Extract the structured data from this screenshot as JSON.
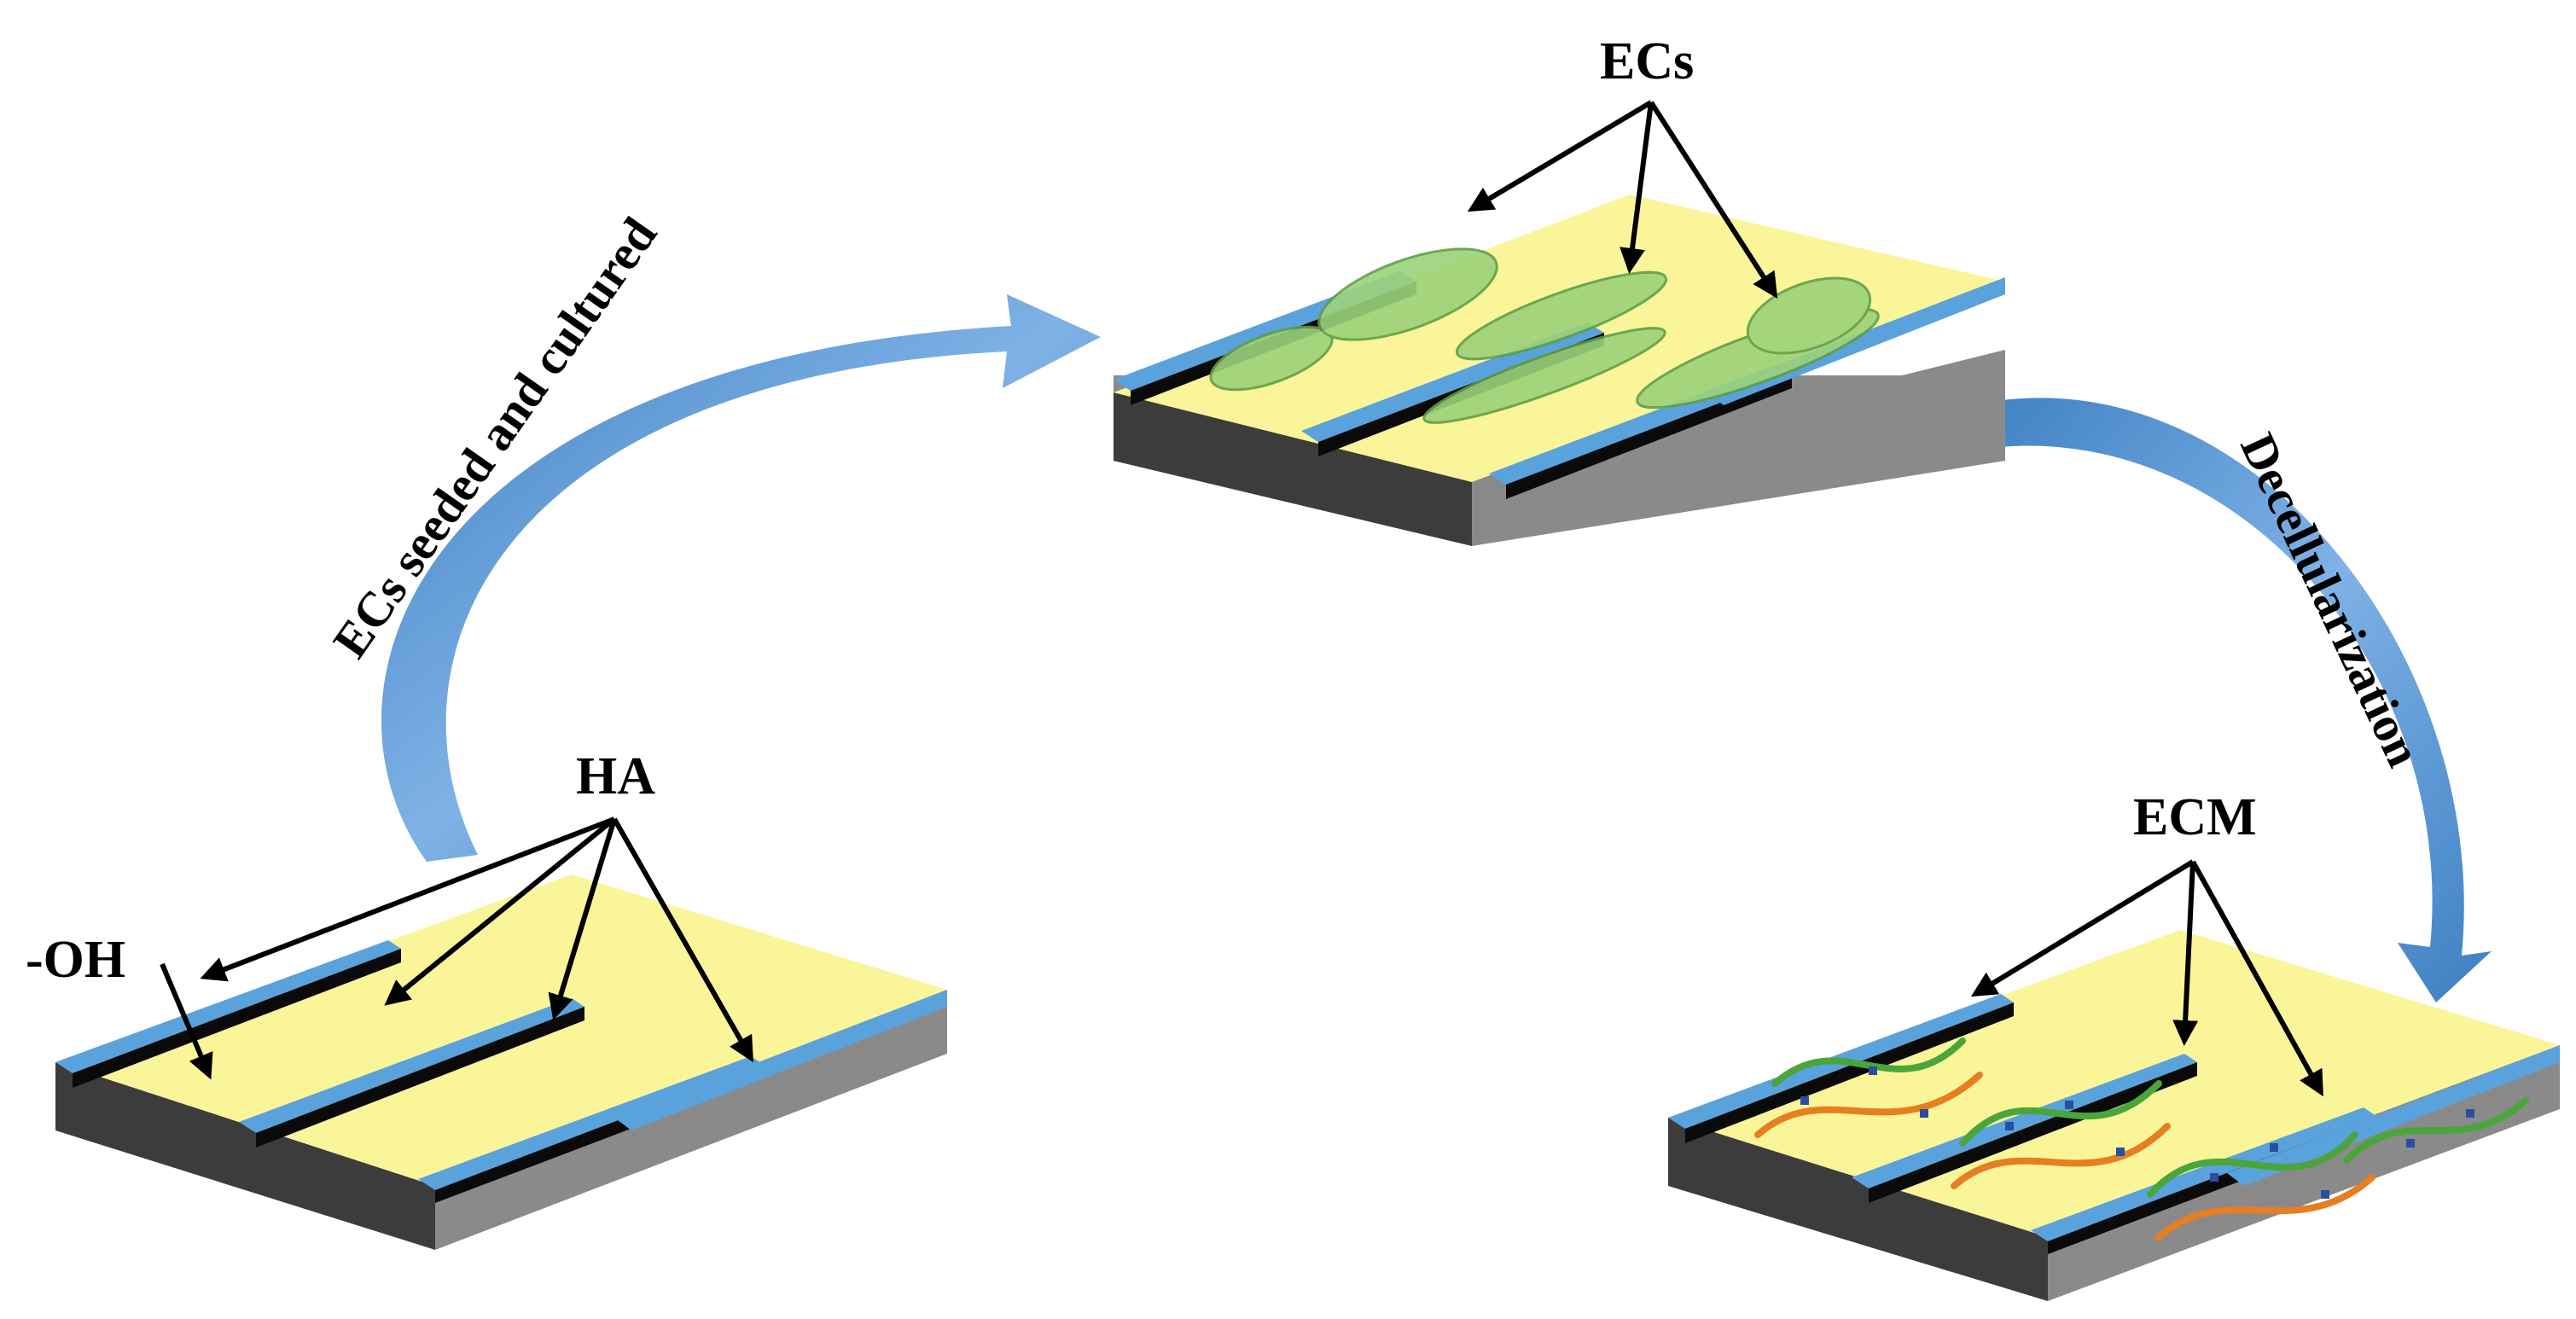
{
  "labels": {
    "ha": "HA",
    "oh": "-OH",
    "ecs": "ECs",
    "ecm": "ECM",
    "seeded": "ECs seeded and cultured",
    "decell": "Decellularization"
  },
  "colors": {
    "substrate_top": "#fbf59a",
    "ridge_top": "#5aa2dc",
    "ridge_front": "#3d84c6",
    "ridge_groove": "#0a0a0a",
    "base_front": "#3c3c3c",
    "base_side": "#8a8a8a",
    "process_arrow": "#4f8fcf",
    "cell_fill": "#9bd27a",
    "fiber_green": "#4aa53a",
    "fiber_orange": "#e67e22",
    "ecm_dot": "#2a4fa0"
  }
}
